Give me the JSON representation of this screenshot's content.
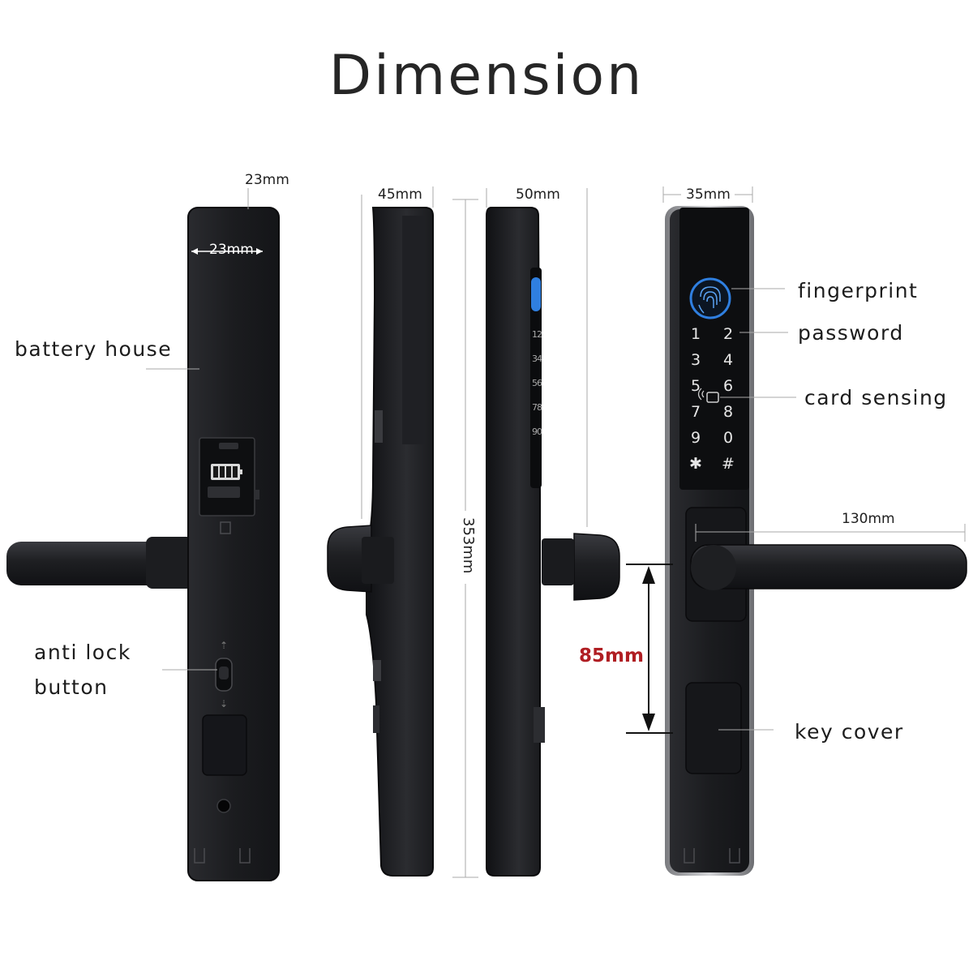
{
  "title": "Dimension",
  "labels": {
    "battery_house": "battery house",
    "anti_lock_line1": "anti lock",
    "anti_lock_line2": "button",
    "fingerprint": "fingerprint",
    "password": "password",
    "card_sensing": "card sensing",
    "key_cover": "key cover"
  },
  "dimensions": {
    "back_top_width": "23mm",
    "back_inner_width": "23mm",
    "side_left_depth": "45mm",
    "side_right_depth": "50mm",
    "total_height": "353mm",
    "front_width": "35mm",
    "handle_length": "130mm",
    "handle_to_key": "85mm"
  },
  "keypad": {
    "keys": [
      "1",
      "2",
      "3",
      "4",
      "5",
      "6",
      "7",
      "8",
      "9",
      "0",
      "✱",
      "#"
    ],
    "side_digits": [
      "1",
      "2",
      "3",
      "4",
      "5",
      "6",
      "7",
      "8",
      "9",
      "0"
    ]
  },
  "colors": {
    "body": "#1b1c1f",
    "body_light": "#2a2b2f",
    "panel": "#0d0e10",
    "chrome": "#b8b9bc",
    "fingerprint_blue": "#2f7fe0",
    "accent_red": "#b01e23"
  }
}
